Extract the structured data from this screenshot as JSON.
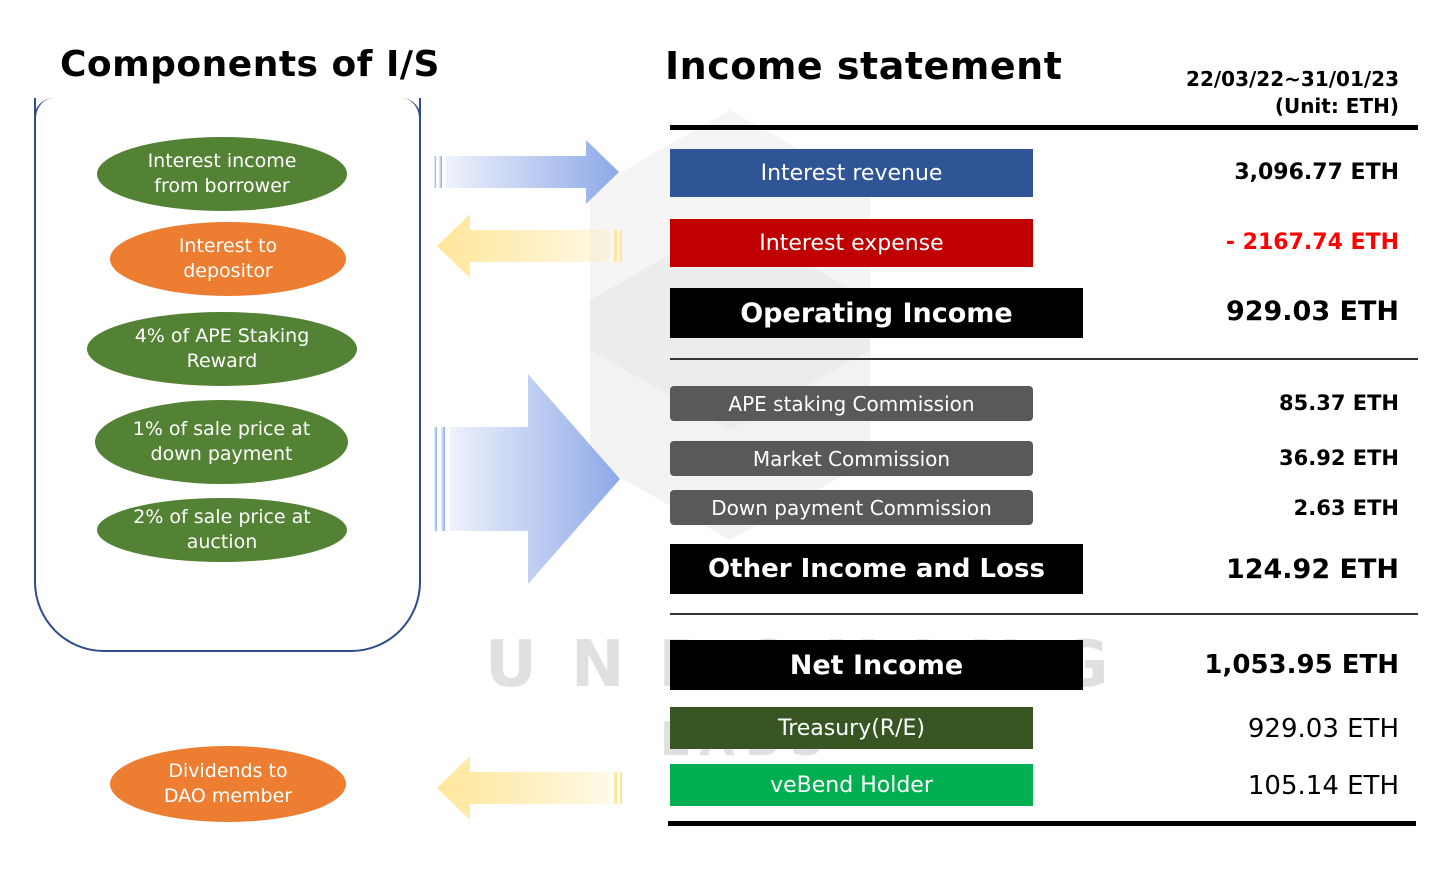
{
  "left": {
    "title": "Components of I/S",
    "items": [
      {
        "text": "Interest income from borrower",
        "line1": "Interest income",
        "line2": "from borrower",
        "color": "green"
      },
      {
        "text": "Interest to depositor",
        "line1": "Interest to",
        "line2": "depositor",
        "color": "orange"
      },
      {
        "text": "4% of APE Staking Reward",
        "line1": "4% of APE Staking",
        "line2": "Reward",
        "color": "green"
      },
      {
        "text": "1% of sale price at down payment",
        "line1": "1% of sale price at",
        "line2": "down payment",
        "color": "green"
      },
      {
        "text": "2% of sale price at auction",
        "line1": "2% of sale price at",
        "line2": "auction",
        "color": "green"
      }
    ],
    "dividends": {
      "line1": "Dividends to",
      "line2": "DAO member",
      "color": "orange"
    }
  },
  "right": {
    "title": "Income statement",
    "period": "22/03/22~31/01/23",
    "unit": "(Unit: ETH)",
    "rows": {
      "interest_revenue": {
        "label": "Interest revenue",
        "value": "3,096.77 ETH",
        "color": "#2f5597"
      },
      "interest_expense": {
        "label": "Interest expense",
        "value": "- 2167.74 ETH",
        "color": "#c00000",
        "value_color": "#ff0000"
      },
      "operating_income": {
        "label": "Operating Income",
        "value": "929.03 ETH",
        "color": "#000000"
      },
      "ape_staking": {
        "label": "APE staking Commission",
        "value": "85.37 ETH",
        "color": "#595959"
      },
      "market": {
        "label": "Market Commission",
        "value": "36.92 ETH",
        "color": "#595959"
      },
      "down_payment": {
        "label": "Down payment Commission",
        "value": "2.63 ETH",
        "color": "#595959"
      },
      "other_income": {
        "label": "Other Income and Loss",
        "value": "124.92 ETH",
        "color": "#000000"
      },
      "net_income": {
        "label": "Net Income",
        "value": "1,053.95 ETH",
        "color": "#000000"
      },
      "treasury": {
        "label": "Treasury(R/E)",
        "value": "929.03 ETH",
        "color": "#375623"
      },
      "vebend": {
        "label": "veBend Holder",
        "value": "105.14 ETH",
        "color": "#00b050"
      }
    }
  },
  "watermark": {
    "line1": "UNBOXING",
    "line2": "LABS"
  },
  "colors": {
    "panel_border": "#2f4b8f",
    "blue_arrow": "#8ea9e8",
    "yellow_arrow": "#ffe699"
  }
}
